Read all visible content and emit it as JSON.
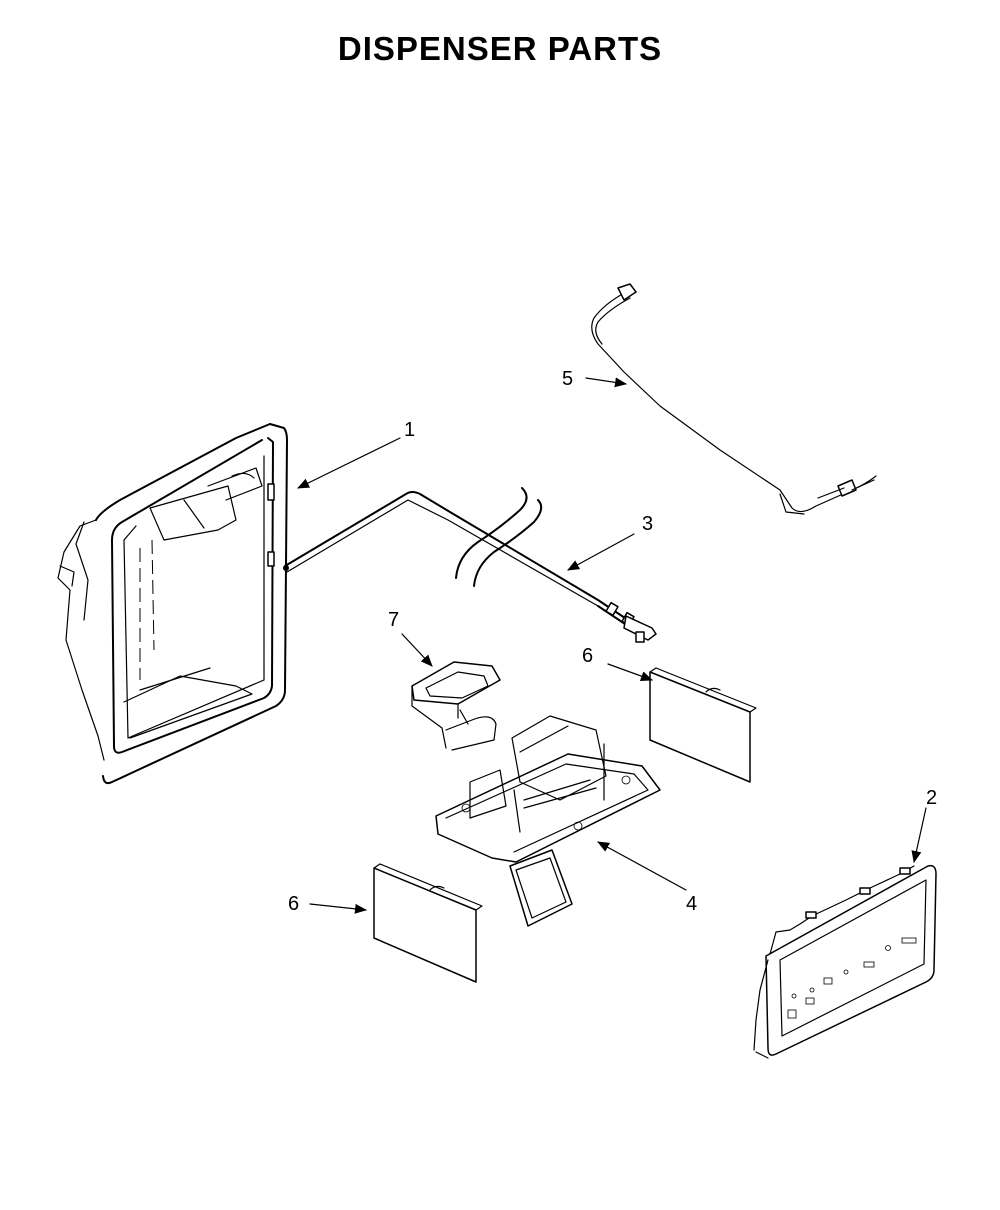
{
  "title": "DISPENSER PARTS",
  "callouts": [
    {
      "id": "housing",
      "label": "1"
    },
    {
      "id": "control-panel",
      "label": "2"
    },
    {
      "id": "water-tube",
      "label": "3"
    },
    {
      "id": "dispenser-assembly",
      "label": "4"
    },
    {
      "id": "wire-harness",
      "label": "5"
    },
    {
      "id": "pad-right",
      "label": "6"
    },
    {
      "id": "pad-left",
      "label": "6"
    },
    {
      "id": "door-flap",
      "label": "7"
    }
  ]
}
